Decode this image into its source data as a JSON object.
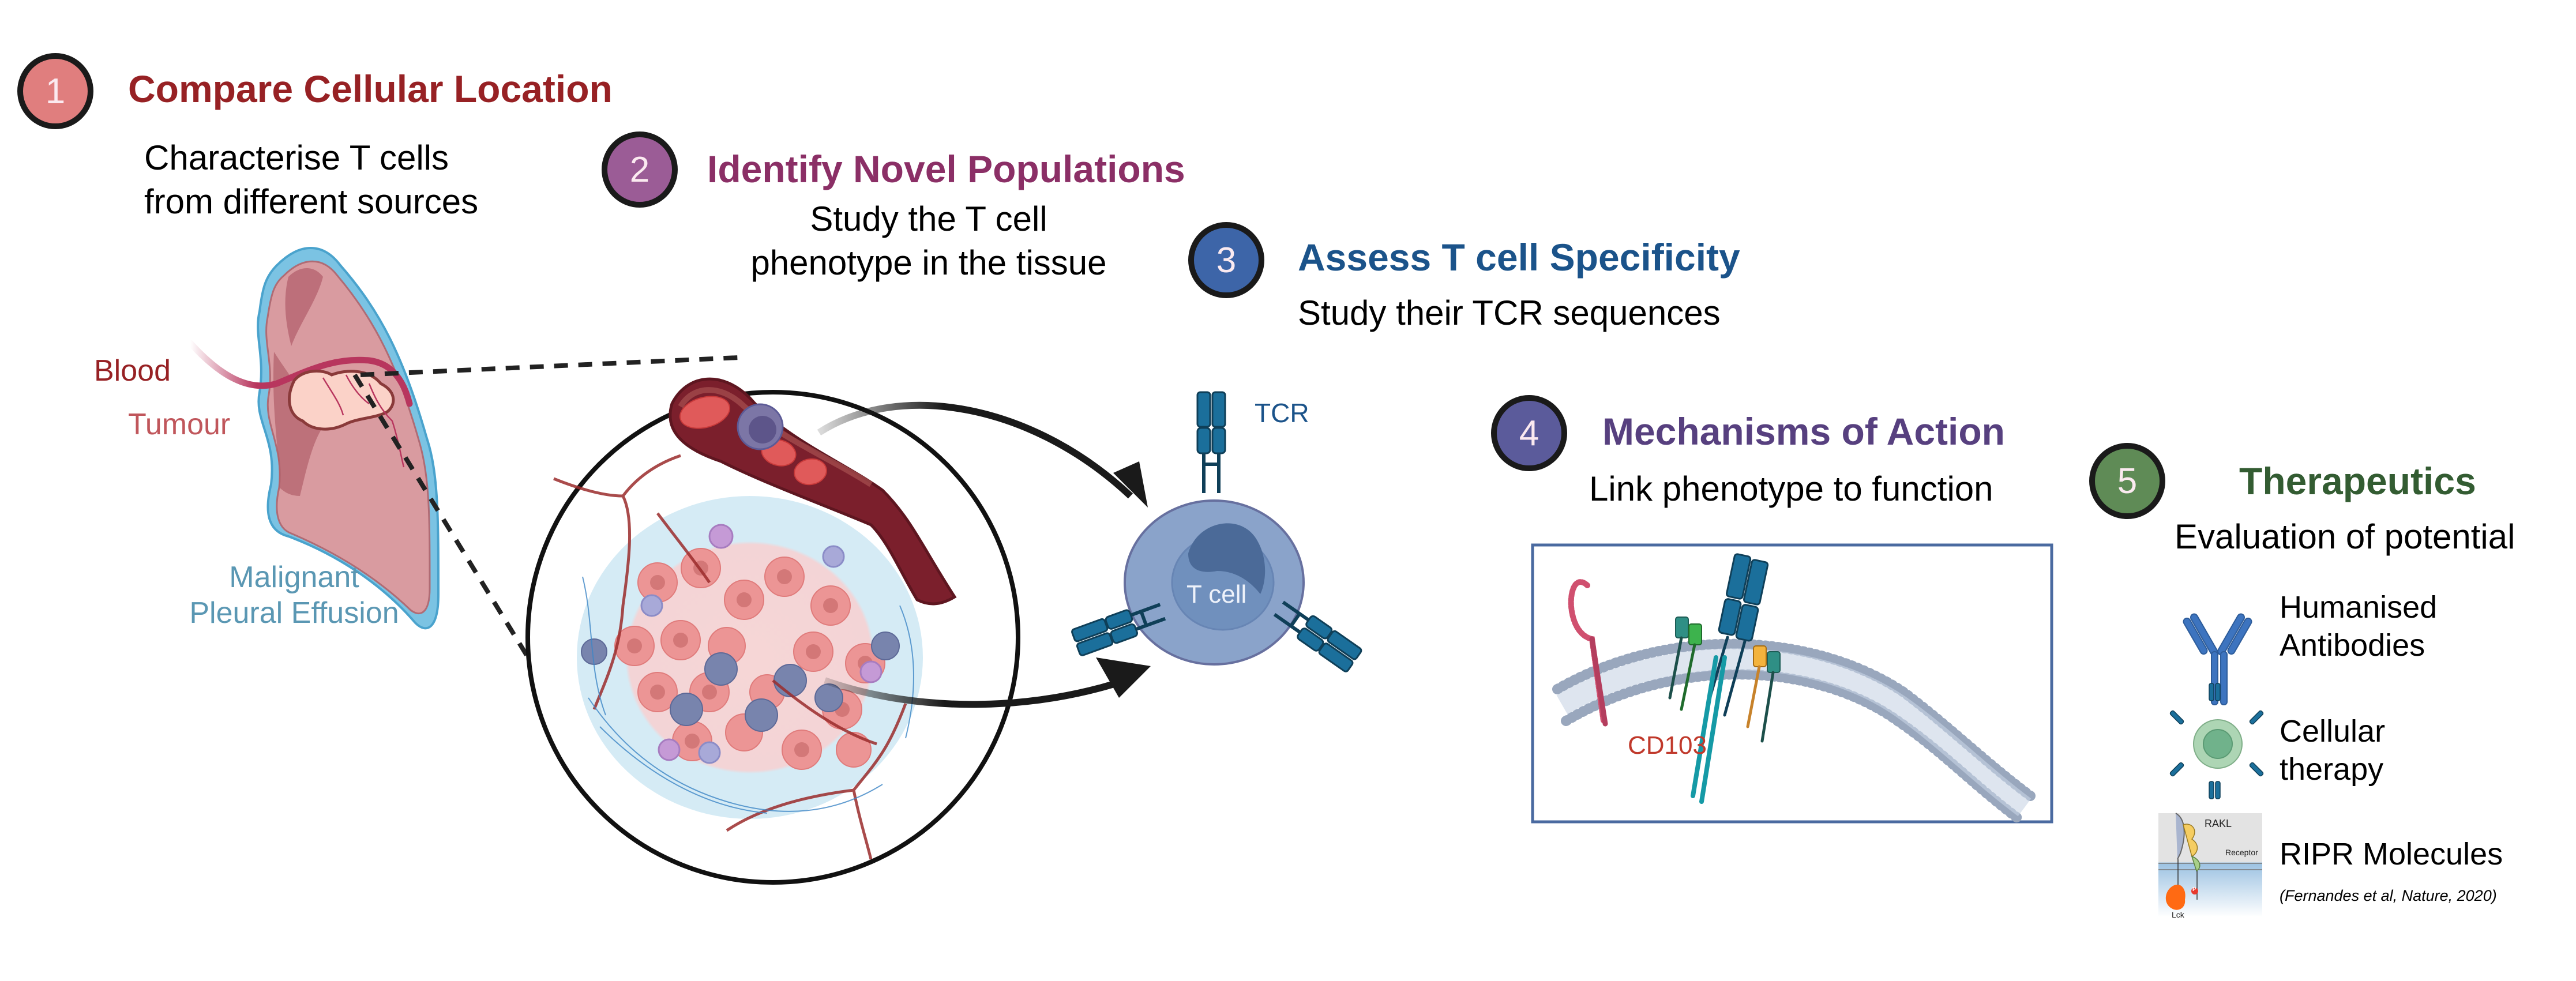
{
  "steps": [
    {
      "number": "1",
      "title": "Compare Cellular Location",
      "subtitle_lines": [
        "Characterise T cells",
        "from different sources"
      ],
      "badge_color": "#e07e7e",
      "title_color": "#972124"
    },
    {
      "number": "2",
      "title": "Identify Novel Populations",
      "subtitle_lines": [
        "Study the T cell",
        "phenotype in the tissue"
      ],
      "badge_color": "#9b5c96",
      "title_color": "#8b2f66"
    },
    {
      "number": "3",
      "title": "Assess T cell Specificity",
      "subtitle_lines": [
        "Study their TCR sequences"
      ],
      "badge_color": "#3d65a8",
      "title_color": "#1b538a"
    },
    {
      "number": "4",
      "title": "Mechanisms of Action",
      "subtitle_lines": [
        "Link phenotype to function"
      ],
      "badge_color": "#5b5b9b",
      "title_color": "#57407f"
    },
    {
      "number": "5",
      "title": "Therapeutics",
      "subtitle_lines": [
        "Evaluation of potential"
      ],
      "badge_color": "#5f8b56",
      "title_color": "#335c32"
    }
  ],
  "lung_labels": {
    "blood": "Blood",
    "tumour": "Tumour",
    "effusion_line1": "Malignant",
    "effusion_line2": "Pleural Effusion"
  },
  "tcell": {
    "cell_label": "T cell",
    "receptor_label": "TCR"
  },
  "mechanism": {
    "marker_label": "CD103"
  },
  "therapeutics": [
    {
      "icon": "antibody-icon",
      "label_lines": [
        "Humanised",
        "Antibodies"
      ]
    },
    {
      "icon": "engineered-cell-icon",
      "label_lines": [
        "Cellular",
        "therapy"
      ]
    },
    {
      "icon": "ripr-molecule-icon",
      "label_lines": [
        "RIPR Molecules"
      ],
      "citation": "(Fernandes et al, Nature, 2020)",
      "inset_labels": {
        "top": "RAKL",
        "receptor": "Receptor",
        "kinase": "Lck",
        "phospho": "P"
      }
    }
  ],
  "colors": {
    "blood_label": "#972124",
    "tumour_label": "#c0565b",
    "effusion_label": "#5a97b3",
    "tcr_label": "#1b538a",
    "cd103_label": "#c0392b",
    "box_border": "#4a6aa0"
  }
}
